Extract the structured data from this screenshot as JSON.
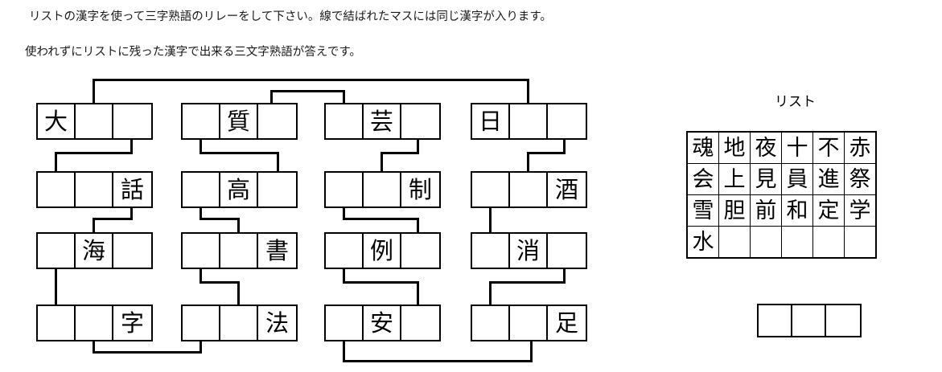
{
  "instructions": {
    "line1": "リストの漢字を使って三字熟語のリレーをして下さい。線で結ばれたマスには同じ漢字が入ります。",
    "line2": "使われずにリストに残った漢字で出来る三文字熟語が答えです。"
  },
  "puzzle": {
    "blocks": [
      {
        "id": "block-1",
        "rows": [
          {
            "cells": [
              "大",
              "",
              ""
            ]
          },
          {
            "cells": [
              "",
              "",
              "話"
            ]
          },
          {
            "cells": [
              "",
              "海",
              ""
            ]
          },
          {
            "cells": [
              "",
              "",
              "字"
            ]
          }
        ]
      },
      {
        "id": "block-2",
        "rows": [
          {
            "cells": [
              "",
              "質",
              ""
            ]
          },
          {
            "cells": [
              "",
              "高",
              ""
            ]
          },
          {
            "cells": [
              "",
              "",
              "書"
            ]
          },
          {
            "cells": [
              "",
              "",
              "法"
            ]
          }
        ]
      },
      {
        "id": "block-3",
        "rows": [
          {
            "cells": [
              "",
              "芸",
              ""
            ]
          },
          {
            "cells": [
              "",
              "",
              "制"
            ]
          },
          {
            "cells": [
              "",
              "例",
              ""
            ]
          },
          {
            "cells": [
              "",
              "安",
              ""
            ]
          }
        ]
      },
      {
        "id": "block-4",
        "rows": [
          {
            "cells": [
              "日",
              "",
              ""
            ]
          },
          {
            "cells": [
              "",
              "",
              "酒"
            ]
          },
          {
            "cells": [
              "",
              "消",
              ""
            ]
          },
          {
            "cells": [
              "",
              "",
              "足"
            ]
          }
        ]
      }
    ]
  },
  "list": {
    "title": "リスト",
    "rows": [
      [
        "魂",
        "地",
        "夜",
        "十",
        "不",
        "赤"
      ],
      [
        "会",
        "上",
        "見",
        "員",
        "進",
        "祭"
      ],
      [
        "雪",
        "胆",
        "前",
        "和",
        "定",
        "学"
      ],
      [
        "水",
        "",
        "",
        "",
        "",
        ""
      ]
    ]
  },
  "answer": {
    "cells": [
      "",
      "",
      ""
    ]
  },
  "colors": {
    "ink": "#000000",
    "paper": "#ffffff",
    "text": "#1a1a1a"
  }
}
